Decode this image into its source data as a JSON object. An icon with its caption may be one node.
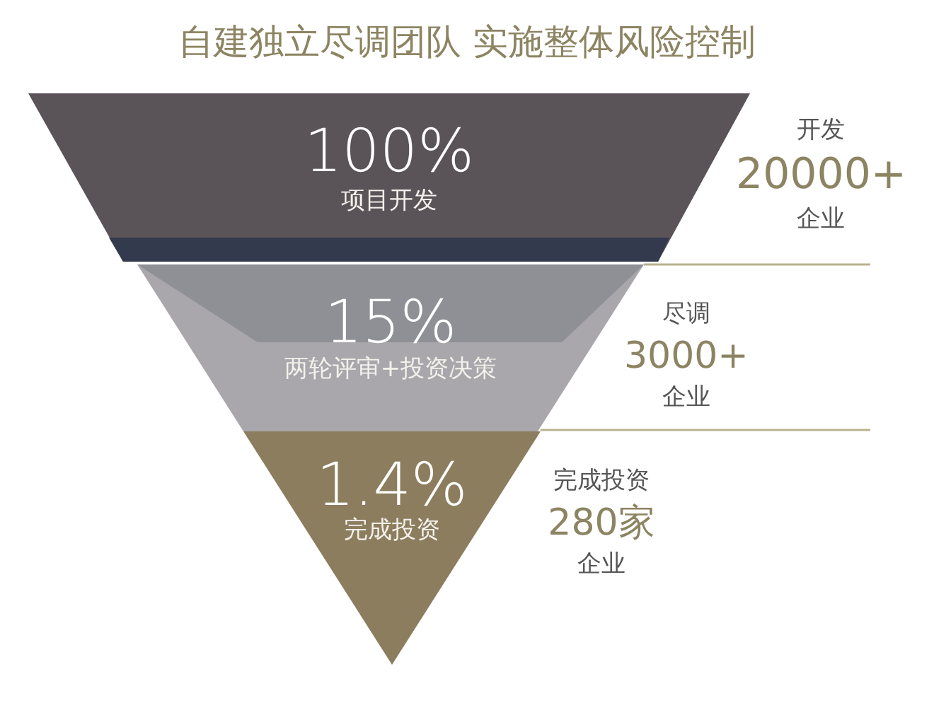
{
  "diagram": {
    "title": "自建独立尽调团队 实施整体风险控制",
    "nodes": [
      {
        "text": [
          "100%",
          "项目开发"
        ],
        "beside": [
          "开发",
          "20000+",
          "企业"
        ]
      },
      {
        "text": [
          "15%",
          "两轮评审+投资决策"
        ],
        "beside": [
          "尽调",
          "3000+",
          "企业"
        ]
      },
      {
        "text": [
          "1.4%",
          "完成投资"
        ],
        "beside": [
          "完成投资",
          "280家",
          "企业"
        ]
      }
    ]
  }
}
